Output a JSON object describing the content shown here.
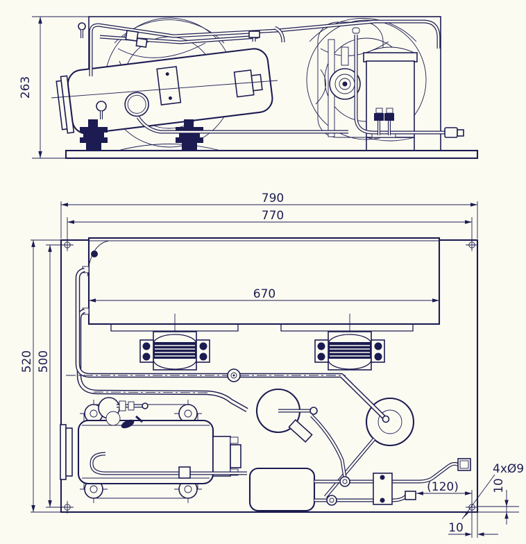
{
  "palette": {
    "ink": "#1c1c52",
    "paper": "#fcfbf2"
  },
  "side_view": {
    "height_overall": "263"
  },
  "plan_view": {
    "width_overall": "790",
    "width_hole_span": "770",
    "width_condenser": "670",
    "depth_overall": "520",
    "depth_hole_span": "500",
    "pipe_end_offset": "(120)",
    "mount_hole_callout": "4xØ9",
    "hole_offset_right": "10",
    "hole_offset_bottom": "10"
  }
}
